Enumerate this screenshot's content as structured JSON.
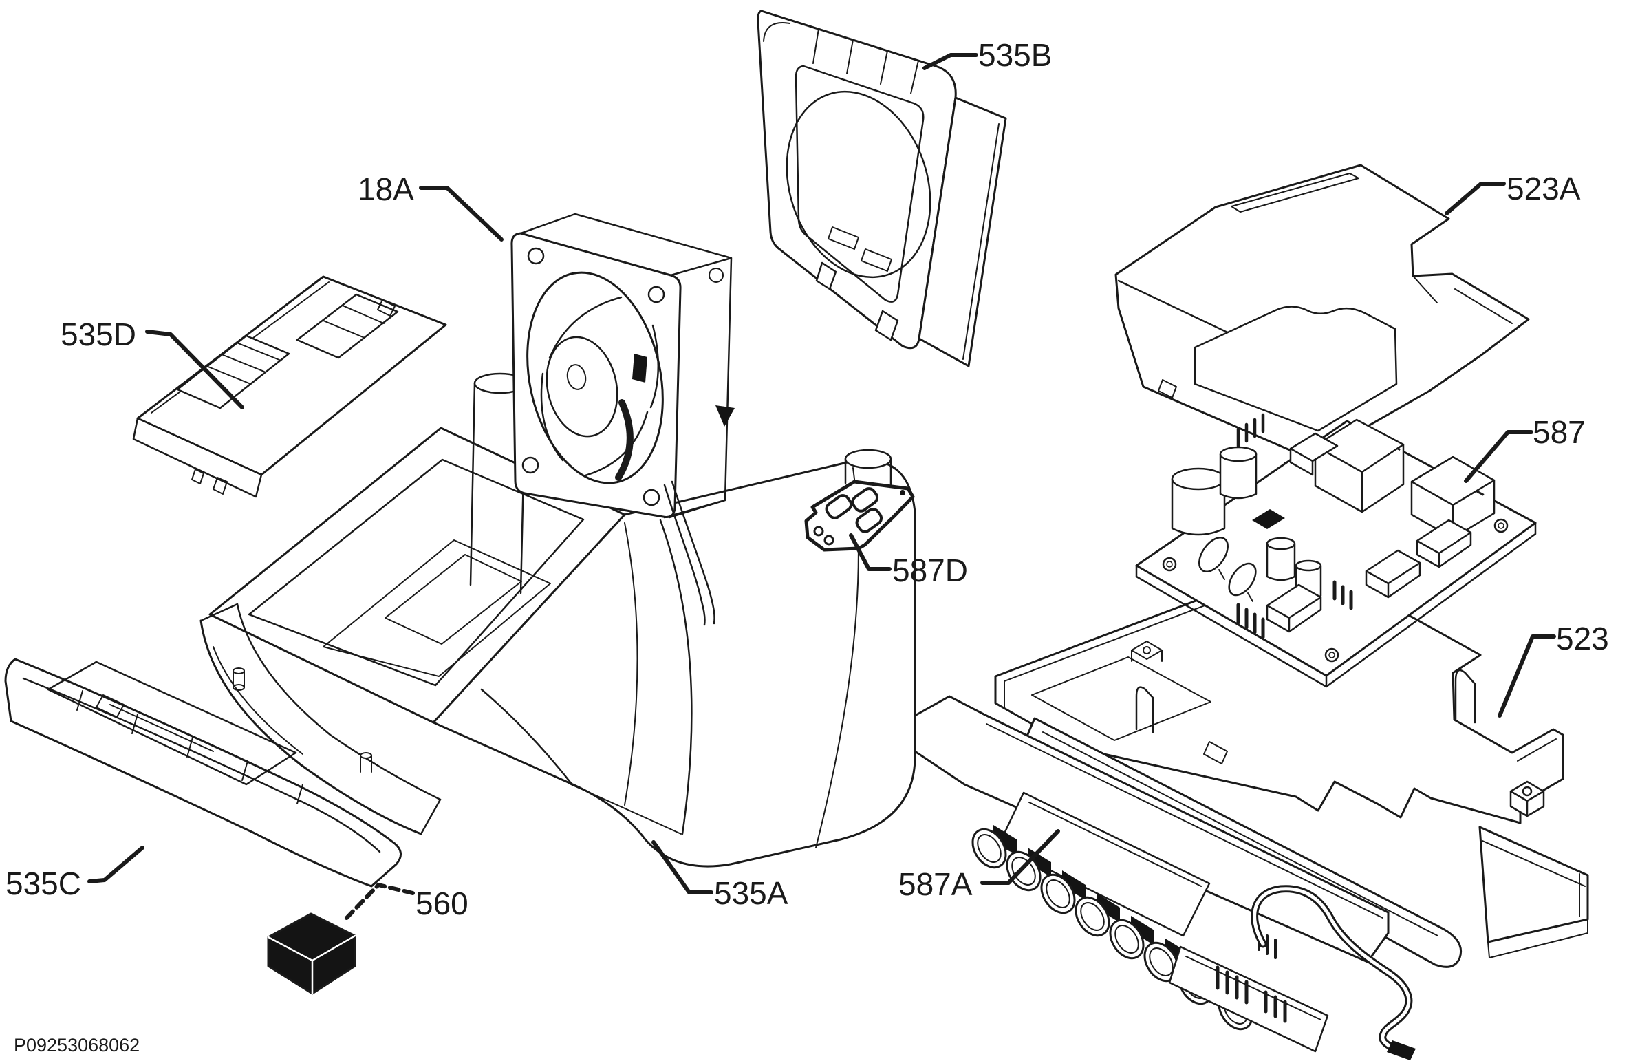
{
  "page": {
    "background": "#ffffff",
    "line_color": "#1a1a1a",
    "fill_color": "#141414"
  },
  "diagram": {
    "type": "exploded-parts-diagram",
    "labels": [
      {
        "id": "535D",
        "text": "535D",
        "part": "air-duct-bracket"
      },
      {
        "id": "18A",
        "text": "18A",
        "part": "cooling-fan"
      },
      {
        "id": "535B",
        "text": "535B",
        "part": "fan-front-frame"
      },
      {
        "id": "523A",
        "text": "523A",
        "part": "electronics-cover"
      },
      {
        "id": "587",
        "text": "587",
        "part": "power-circuit-board"
      },
      {
        "id": "587D",
        "text": "587D",
        "part": "key-board"
      },
      {
        "id": "523",
        "text": "523",
        "part": "base-tray"
      },
      {
        "id": "535C",
        "text": "535C",
        "part": "drawer-front"
      },
      {
        "id": "560",
        "text": "560",
        "part": "sponge-filter"
      },
      {
        "id": "535A",
        "text": "535A",
        "part": "housing-duct"
      },
      {
        "id": "587A",
        "text": "587A",
        "part": "control-panel-board"
      }
    ]
  },
  "footer": {
    "code": "P09253068062"
  }
}
